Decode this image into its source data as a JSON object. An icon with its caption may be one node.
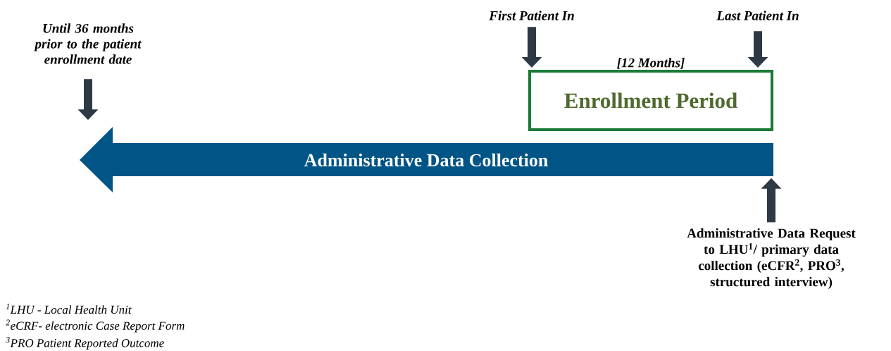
{
  "diagram": {
    "nodes": [
      {
        "text": [
          "Until 36 months prior to the patient enrollment date"
        ]
      },
      {
        "text": [
          "First Patient In"
        ]
      },
      {
        "text": [
          "Last Patient In"
        ]
      },
      {
        "text": [
          "Enrollment Period"
        ],
        "beside": [
          "[12 Months]"
        ]
      },
      {
        "text": [
          "Administrative Data Collection"
        ]
      },
      {
        "text": [
          "Administrative Data Request to LHU$^{1}$/ primary data collection (eCFR$^{2}$, PRO$^{3}$, structured interview)"
        ]
      }
    ],
    "edges": [
      {
        "from": 0,
        "to": 4,
        "arrow": "to"
      },
      {
        "from": 1,
        "to": 3,
        "arrow": "to"
      },
      {
        "from": 2,
        "to": 3,
        "arrow": "to"
      },
      {
        "from": 5,
        "to": 4,
        "arrow": "to"
      }
    ],
    "labels": [
      "$^{1}$LHU - Local Health Unit",
      "$^{2}$eCRF- electronic Case Report Form",
      "$^{3}$PRO Patient Reported Outcome"
    ]
  }
}
